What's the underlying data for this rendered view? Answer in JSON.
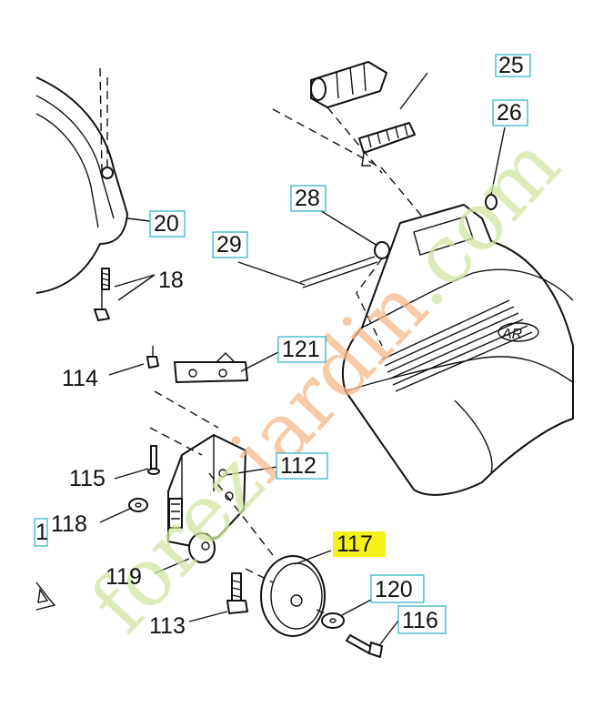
{
  "watermark": {
    "text_a": "forez",
    "text_b": "iardin",
    "text_c": ".com",
    "color": "#cfe6a3",
    "accent_color": "#f6b98a"
  },
  "callouts": {
    "c25": "25",
    "c26": "26",
    "c20": "20",
    "c28": "28",
    "c29": "29",
    "c18": "18",
    "c121": "121",
    "c114": "114",
    "c112": "112",
    "c115": "115",
    "c118": "118",
    "c1": "1",
    "c117": "117",
    "c119": "119",
    "c120": "120",
    "c116": "116",
    "c113": "113"
  },
  "colors": {
    "label_box_border": "#38b3c9",
    "highlight": "#f4f21a"
  }
}
